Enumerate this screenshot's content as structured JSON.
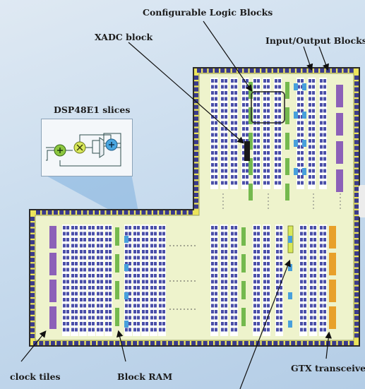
{
  "labels": {
    "clb": "Configurable Logic Blocks",
    "xadc": "XADC block",
    "io": "Input/Output Blocks",
    "dsp": "DSP48E1 slices",
    "clock": "clock tiles",
    "bram": "Block RAM",
    "gtx": "GTX transceivers"
  },
  "colors": {
    "outline": "#2b2b2b",
    "io_ring": "#ece45c",
    "io_pad": "#3a3a8c",
    "die_fill": "#eef3cc",
    "clb_fill": "#ffffff",
    "clb_cell": "#4a4fa8",
    "bram": "#74b94e",
    "dsp": "#48a0dc",
    "clock_tile": "#8c61b8",
    "gtx": "#e8a02a",
    "xadc": "#1a1a1a",
    "highlight": "#d8e85a"
  },
  "icons": [
    "adder-icon",
    "multiplier-icon",
    "accumulator-icon"
  ]
}
